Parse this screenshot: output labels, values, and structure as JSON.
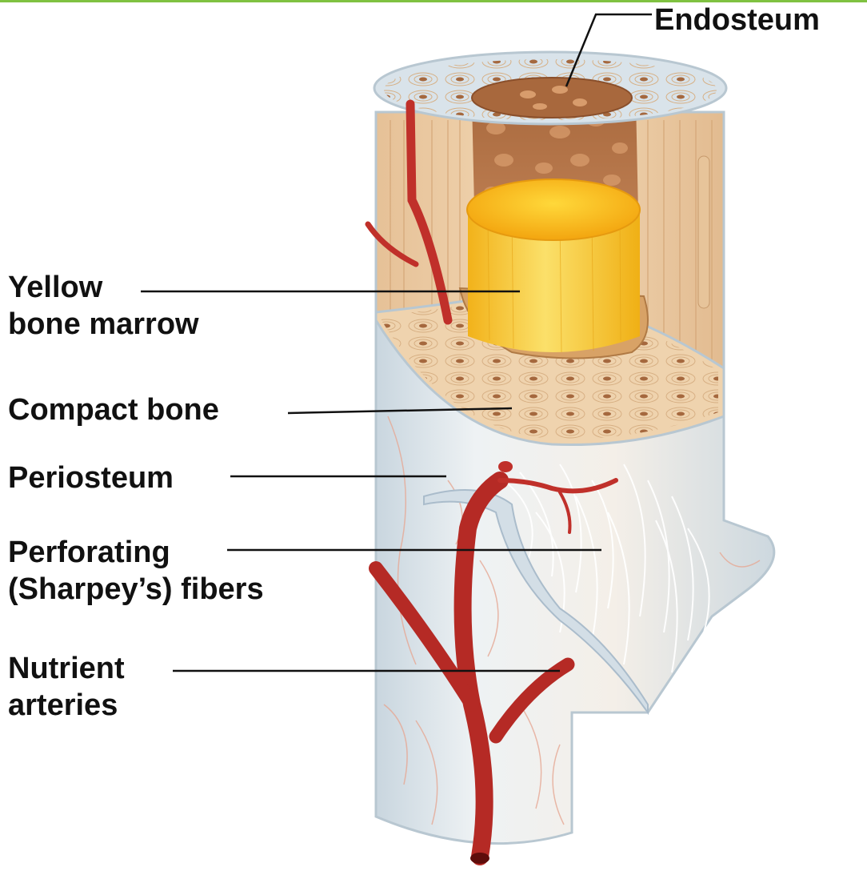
{
  "colors": {
    "top_rule": "#7fc241",
    "periosteum": "#d9e3ea",
    "compact_bone": "#efd3ae",
    "spongy_bone": "#b4764a",
    "yellow_marrow": "#f7c51b",
    "artery": "#c0302a",
    "fibers": "#ffffff",
    "leader_line": "#111111"
  },
  "labels": {
    "endosteum": "Endosteum",
    "yellow_marrow": {
      "line1": "Yellow",
      "line2": "bone marrow"
    },
    "compact_bone": "Compact bone",
    "periosteum": "Periosteum",
    "perforating_fibers": {
      "line1": "Perforating",
      "line2": "(Sharpey’s) fibers"
    },
    "nutrient_arteries": {
      "line1": "Nutrient",
      "line2": "arteries"
    }
  }
}
